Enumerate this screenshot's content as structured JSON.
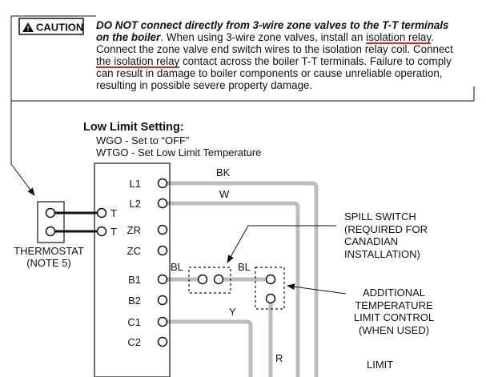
{
  "caution": {
    "badge": "CAUTION",
    "line1": "DO NOT connect directly from 3-wire zone valves to the T-T terminals",
    "line2_bold": "on the boiler",
    "line2_rest": ". When using 3-wire zone valves, install an ",
    "line2_underlined": "isolation relay",
    "line2_end": ".",
    "line3": "Connect the zone valve end switch wires to the isolation relay coil. Connect",
    "line4_underlined": "the isolation relay",
    "line4_rest": " contact across the boiler T-T terminals. Failure to comply",
    "line5": "can result in damage to boiler components or cause unreliable operation,",
    "line6": "resulting in possible severe property damage."
  },
  "low_limit": {
    "title": "Low Limit Setting:",
    "wgo": "WGO -  Set to  “OFF”",
    "wtgo": "WTGO - Set Low Limit Temperature"
  },
  "terminals": [
    "L1",
    "L2",
    "ZR",
    "ZC",
    "B1",
    "B2",
    "C1",
    "C2"
  ],
  "t_terminals": [
    "T",
    "T"
  ],
  "wire_labels": {
    "bk": "BK",
    "w": "W",
    "bl_left": "BL",
    "bl_right": "BL",
    "y": "Y",
    "r": "R"
  },
  "thermostat": {
    "line1": "THERMOSTAT",
    "line2": "(NOTE 5)"
  },
  "spill_switch": [
    "SPILL SWITCH",
    "(REQUIRED FOR",
    "CANADIAN",
    "INSTALLATION)"
  ],
  "additional_control": [
    "ADDITIONAL",
    "TEMPERATURE",
    "LIMIT CONTROL",
    "(WHEN USED)"
  ],
  "limit_label": "LIMIT",
  "colors": {
    "wire": "#bdbdbd",
    "line": "#111111",
    "underline": "#d62a2a"
  }
}
